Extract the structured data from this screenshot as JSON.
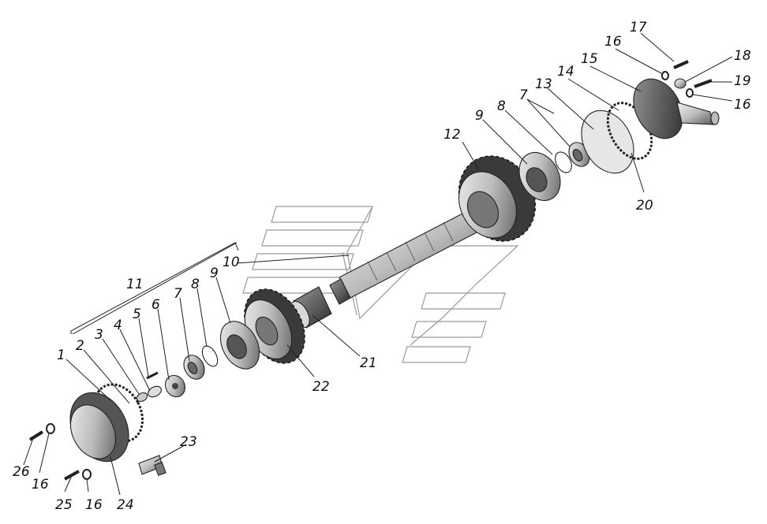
{
  "diagram": {
    "labels": {
      "n1": "1",
      "n2": "2",
      "n3": "3",
      "n4": "4",
      "n5": "5",
      "n6": "6",
      "n7a": "7",
      "n8a": "8",
      "n9a": "9",
      "n10": "10",
      "n11": "11",
      "n12": "12",
      "n9b": "9",
      "n8b": "8",
      "n7b": "7",
      "n13": "13",
      "n14": "14",
      "n15": "15",
      "n16a": "16",
      "n17": "17",
      "n18": "18",
      "n19": "19",
      "n16b": "16",
      "n20": "20",
      "n21": "21",
      "n22": "22",
      "n23": "23",
      "n24": "24",
      "n25": "25",
      "n16c": "16",
      "n26": "26",
      "n16d": "16"
    }
  }
}
